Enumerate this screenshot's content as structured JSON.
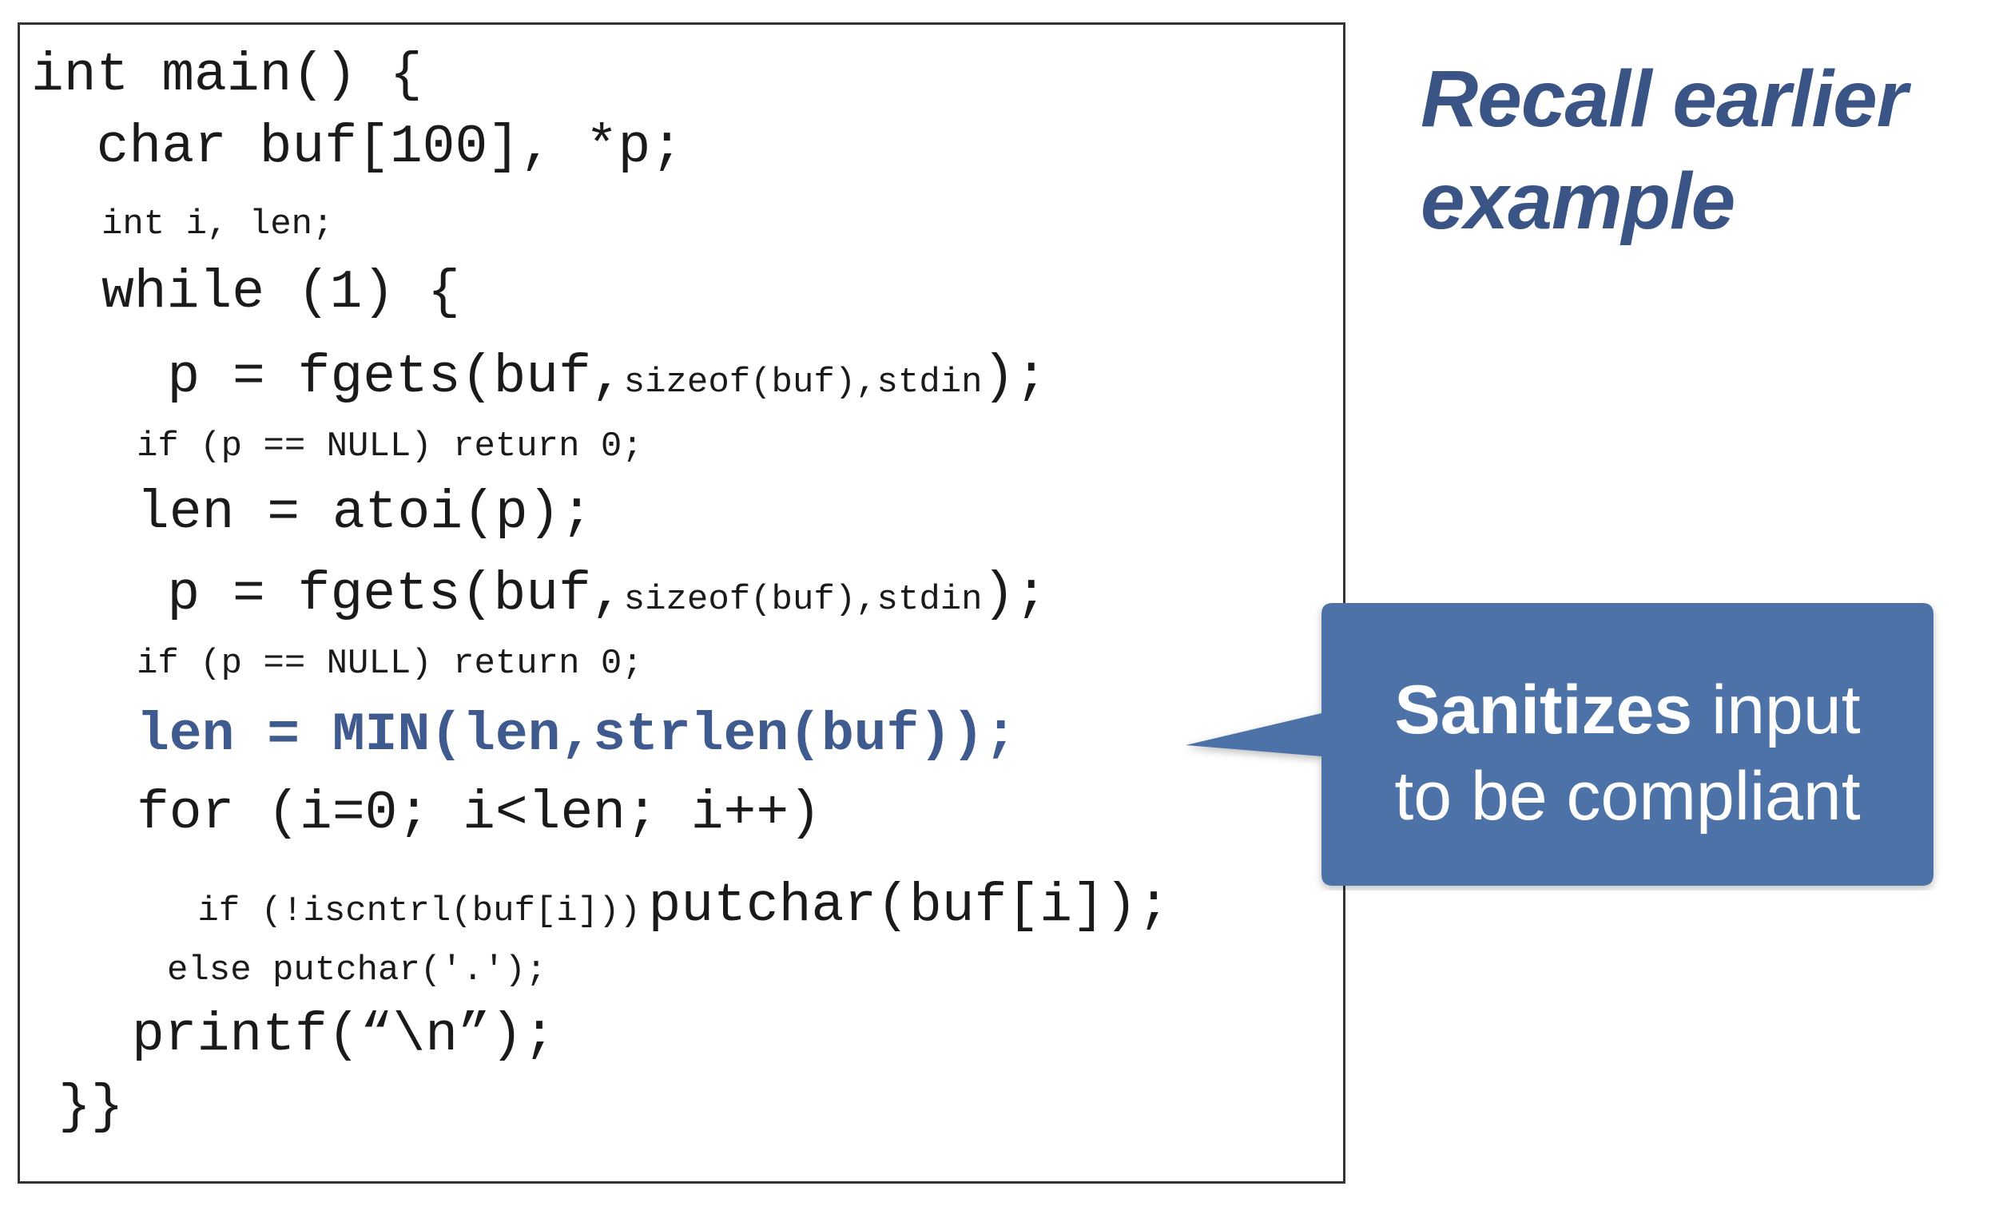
{
  "code": {
    "lines": [
      "int main() {",
      "  char buf[100], *p;",
      "int i, len;",
      "while (1) {",
      "p = fgets(buf,",
      "sizeof(buf),stdin",
      ");",
      "if (p == NULL) return 0;",
      "len = atoi(p);",
      "p = fgets(buf,",
      "sizeof(buf),stdin",
      ");",
      "if (p == NULL) return 0;",
      "len = MIN(len,strlen(buf));",
      "for (i=0; i<len; i++)",
      "if (!iscntrl(buf[i]))",
      "putchar(buf[i]);",
      "else putchar('.');",
      "printf(“\\n”);",
      "}}"
    ]
  },
  "title": {
    "line1": "Recall earlier",
    "line2": "example"
  },
  "callout": {
    "bold_word": "Sanitizes",
    "rest_line1": " input",
    "line2": "to be compliant"
  },
  "colors": {
    "accent": "#3e5a8e",
    "callout_bg": "#4e72a8",
    "title": "#3a5585"
  }
}
